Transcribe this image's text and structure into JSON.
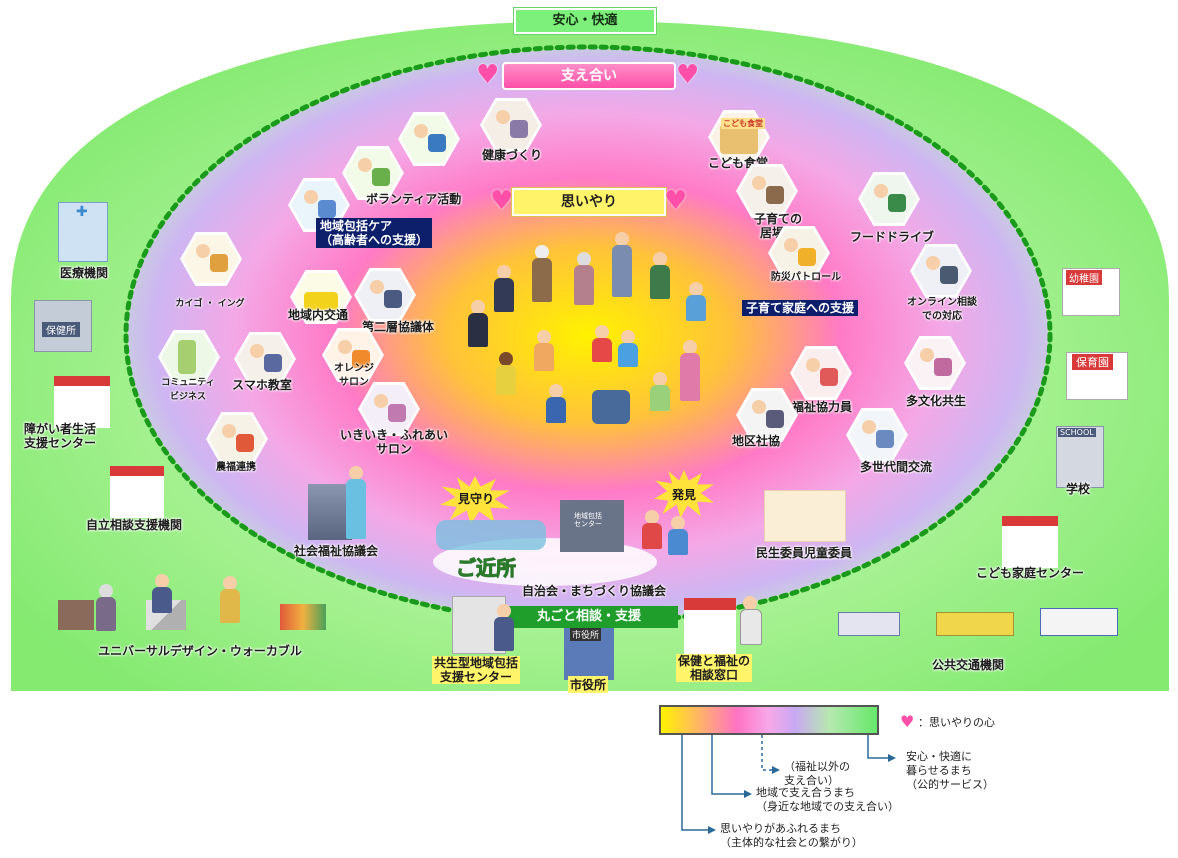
{
  "rings": {
    "outer_label": "安心・快適",
    "mid_label": "支え合い",
    "inner_label": "思いやり",
    "bottom_label": "丸ごと相談・支援"
  },
  "burst_labels": {
    "mimamori": "見守り",
    "hakken": "発見"
  },
  "gokinjo": "ご近所",
  "navy_labels": {
    "chiiki_care": "地域包括ケア\n（高齢者への支援）",
    "kosodate": "子育て家庭への支援"
  },
  "hex_labels": {
    "kenko": "健康づくり",
    "volunteer": "ボランティア活動",
    "kaigo": "カイゴ ・ イング",
    "chiiki_kotsu": "地域内交通",
    "dai2": "第二層協議体",
    "orange": "オレンジ\nサロン",
    "shakai": "コミュニティ\nビジネス",
    "smartphone": "スマホ教室",
    "ikiiki": "いきいき・ふれあい\nサロン",
    "nogyo": "農福連携",
    "kodomo_shokudo": "こども食堂",
    "ibasho": "居場所",
    "kosodate_ibasho": "子育ての\n居場所",
    "bosai": "防災パトロール",
    "food_drive": "フードドライブ",
    "online": "オンライン相談\nでの対応",
    "minsei_kyoryoku": "福祉協力員",
    "tabunka": "多文化共生",
    "chiku_shakyo": "地区社協",
    "tasedai": "多世代間交流"
  },
  "facilities": {
    "iryo": "医療機関",
    "hokenjo_sign": "保健所",
    "shogai": "障がい者生活\n支援センター",
    "jiritsu": "自立相談支援機関",
    "universal": "ユニバーサルデザイン・ウォーカブル",
    "shakyo": "社会福祉協議会",
    "kyosei": "共生型地域包括\n支援センター",
    "shiyakusho": "市役所",
    "shiyakusho_sign": "市役所",
    "hoken_fukushi": "保健と福祉の\n相談窓口",
    "jichikai": "自治会・まちづくり協議会",
    "center_sign": "地域包括\nセンター",
    "minsei": "民生委員児童委員",
    "youchien": "幼稚園",
    "hoikuen": "保育園",
    "school_sign": "SCHOOL",
    "gakko": "学校",
    "kodomo_katei": "こども家庭センター",
    "kokyo": "公共交通機関",
    "shokudo_sign": "こども食堂"
  },
  "legend": {
    "heart_note": "：思いやりの心",
    "item1": "安心・快適に\n暮らせるまち\n（公的サービス）",
    "item2": "（福祉以外の\n支え合い）",
    "item3": "地域で支え合うまち\n（身近な地域での支え合い）",
    "item4": "思いやりがあふれるまち\n（主体的な社会との繋がり）"
  },
  "colors": {
    "outer_green": "#8ef07c",
    "lavender": "#c9b4f0",
    "pink": "#ff7ac6",
    "yellow_core": "#fff200",
    "navy": "#0d1f6b",
    "dotted_green": "#1a9a1a"
  }
}
